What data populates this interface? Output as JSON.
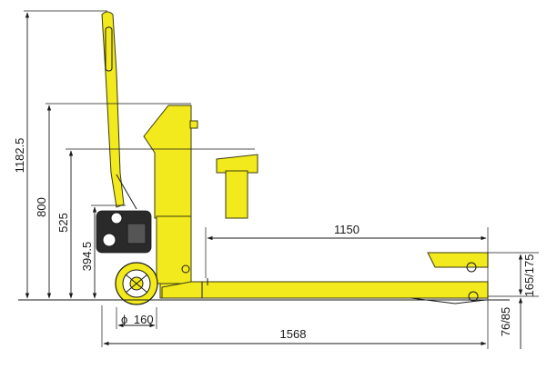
{
  "dimensions": {
    "overall_height": "1182.5",
    "scale_height": "800",
    "handle_pivot_height": "525",
    "pump_height": "394.5",
    "fork_length": "1150",
    "fork_height": "165/175",
    "lowered_height": "76/85",
    "wheel_diameter": "160",
    "diameter_symbol": "ϕ",
    "overall_length": "1568"
  },
  "colors": {
    "body": "#f2ea1c",
    "line": "#1a1a1a"
  }
}
